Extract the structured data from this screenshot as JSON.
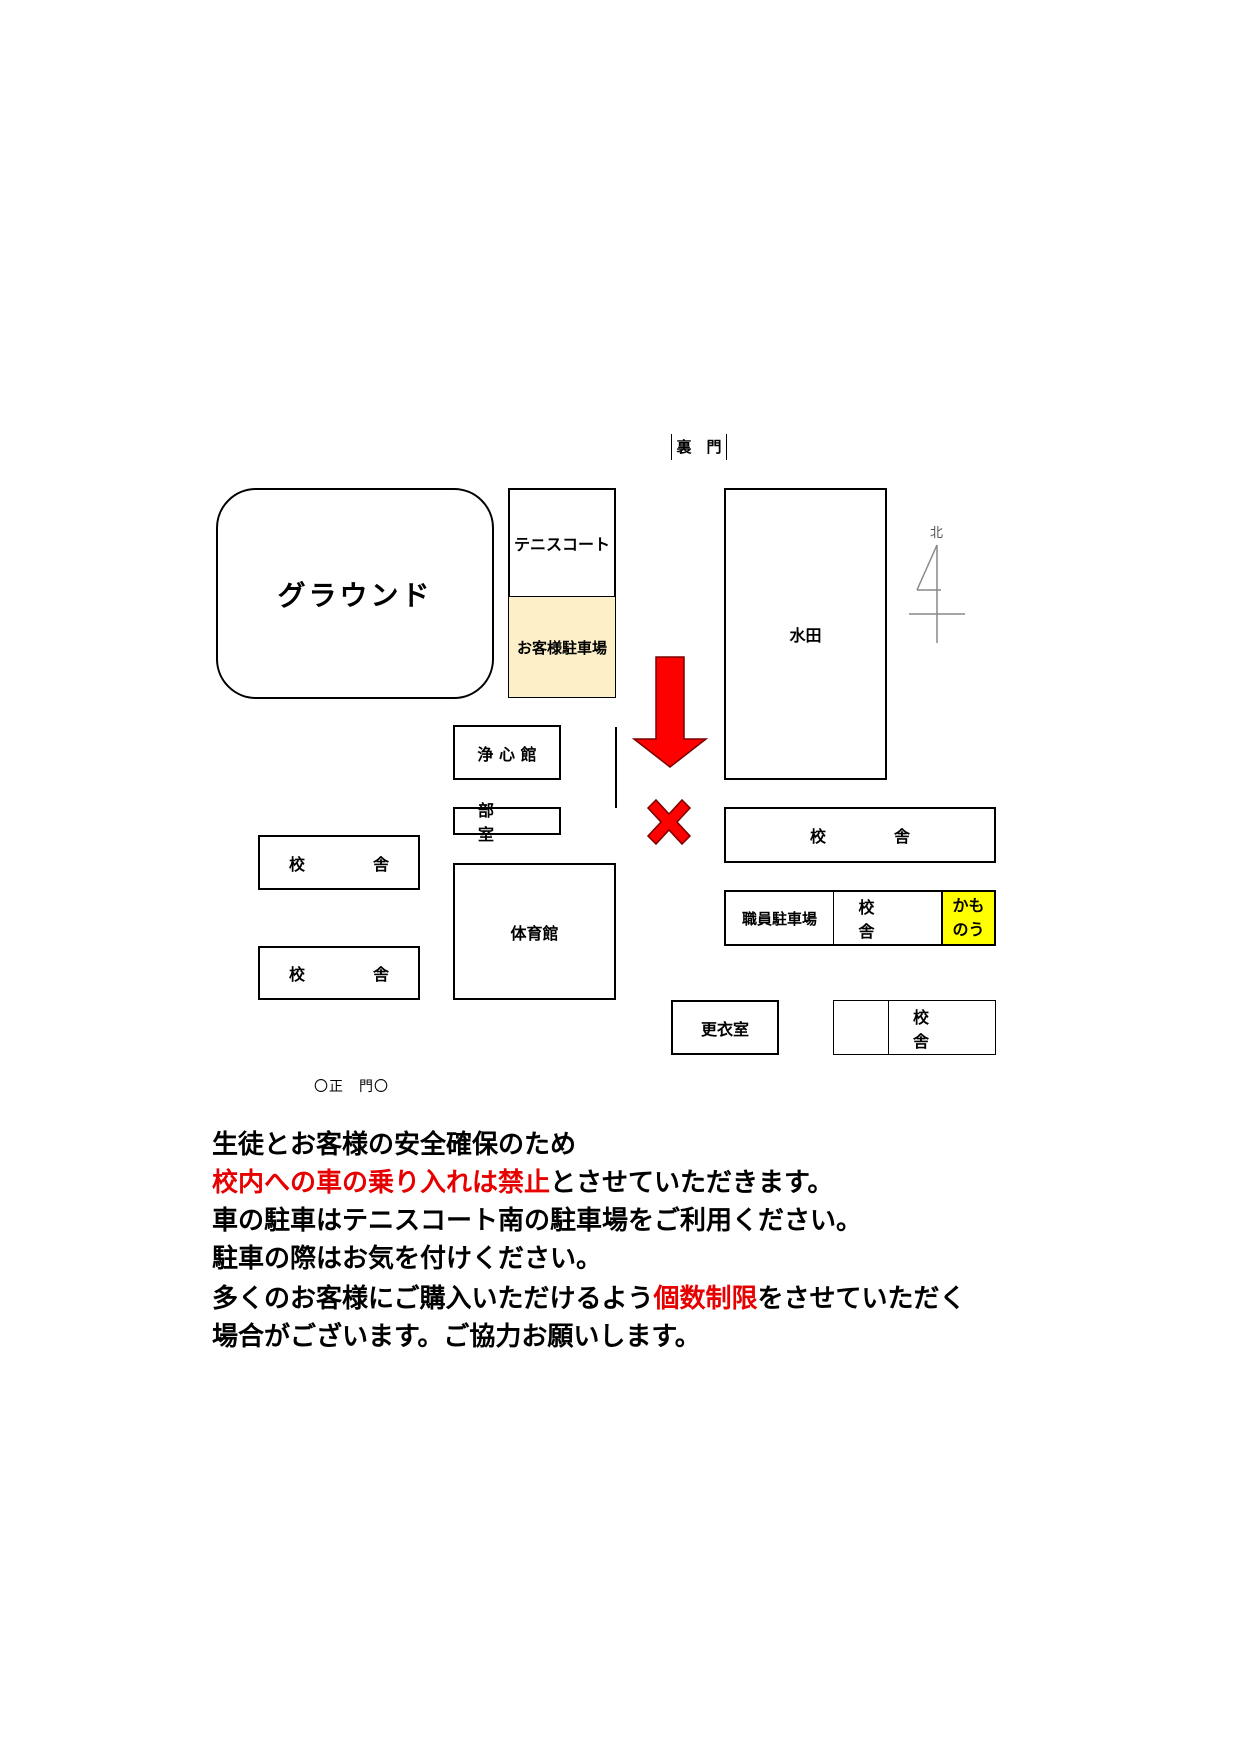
{
  "map": {
    "back_gate": "裏　門",
    "main_gate": "〇正　門〇",
    "north": "北",
    "ground": "グラウンド",
    "tennis_court": "テニスコート",
    "guest_parking": "お客様駐車場",
    "rice_field": "水田",
    "joshinkan": "浄 心 館",
    "club_room": "部　室",
    "school_building": "校　舎",
    "gym": "体育館",
    "staff_parking": "職員駐車場",
    "shop": [
      "かも",
      "のう"
    ],
    "locker_room": "更衣室",
    "colors": {
      "guest_parking": "#fdf0c8",
      "shop": "#ffff00",
      "arrow": "#ff0000"
    }
  },
  "notice": {
    "line1": "生徒とお客様の安全確保のため",
    "line2_red": "校内への車の乗り入れは禁止",
    "line2_rest": "とさせていただきます。",
    "line3": "車の駐車はテニスコート南の駐車場をご利用ください。",
    "line4": "駐車の際はお気を付けください。",
    "line5_a": "多くのお客様にご購入いただけるよう",
    "line5_red": "個数制限",
    "line5_b": "をさせていただく",
    "line6": "場合がございます。ご協力お願いします。"
  }
}
